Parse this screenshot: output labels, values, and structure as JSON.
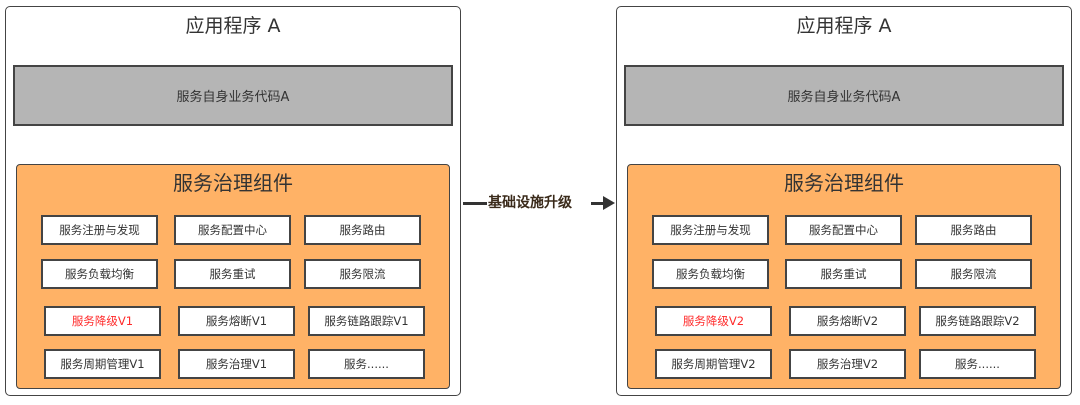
{
  "left_app": {
    "title": "应用程序 A",
    "business_code": "服务自身业务代码A",
    "governance": {
      "title": "服务治理组件",
      "rows": [
        [
          {
            "label": "服务注册与发现",
            "highlight": false
          },
          {
            "label": "服务配置中心",
            "highlight": false
          },
          {
            "label": "服务路由",
            "highlight": false
          }
        ],
        [
          {
            "label": "服务负载均衡",
            "highlight": false
          },
          {
            "label": "服务重试",
            "highlight": false
          },
          {
            "label": "服务限流",
            "highlight": false
          }
        ],
        [
          {
            "label": "服务降级V1",
            "highlight": true
          },
          {
            "label": "服务熔断V1",
            "highlight": false
          },
          {
            "label": "服务链路跟踪V1",
            "highlight": false
          }
        ],
        [
          {
            "label": "服务周期管理V1",
            "highlight": false
          },
          {
            "label": "服务治理V1",
            "highlight": false
          },
          {
            "label": "服务......",
            "highlight": false
          }
        ]
      ]
    }
  },
  "arrow": {
    "label": "基础设施升级"
  },
  "right_app": {
    "title": "应用程序 A",
    "business_code": "服务自身业务代码A",
    "governance": {
      "title": "服务治理组件",
      "rows": [
        [
          {
            "label": "服务注册与发现",
            "highlight": false
          },
          {
            "label": "服务配置中心",
            "highlight": false
          },
          {
            "label": "服务路由",
            "highlight": false
          }
        ],
        [
          {
            "label": "服务负载均衡",
            "highlight": false
          },
          {
            "label": "服务重试",
            "highlight": false
          },
          {
            "label": "服务限流",
            "highlight": false
          }
        ],
        [
          {
            "label": "服务降级V2",
            "highlight": true
          },
          {
            "label": "服务熔断V2",
            "highlight": false
          },
          {
            "label": "服务链路跟踪V2",
            "highlight": false
          }
        ],
        [
          {
            "label": "服务周期管理V2",
            "highlight": false
          },
          {
            "label": "服务治理V2",
            "highlight": false
          },
          {
            "label": "服务......",
            "highlight": false
          }
        ]
      ]
    }
  },
  "colors": {
    "governance_bg": "#ffb266",
    "business_bg": "#b5b5b5",
    "highlight_text": "#ff2a2a",
    "border": "#444444"
  }
}
